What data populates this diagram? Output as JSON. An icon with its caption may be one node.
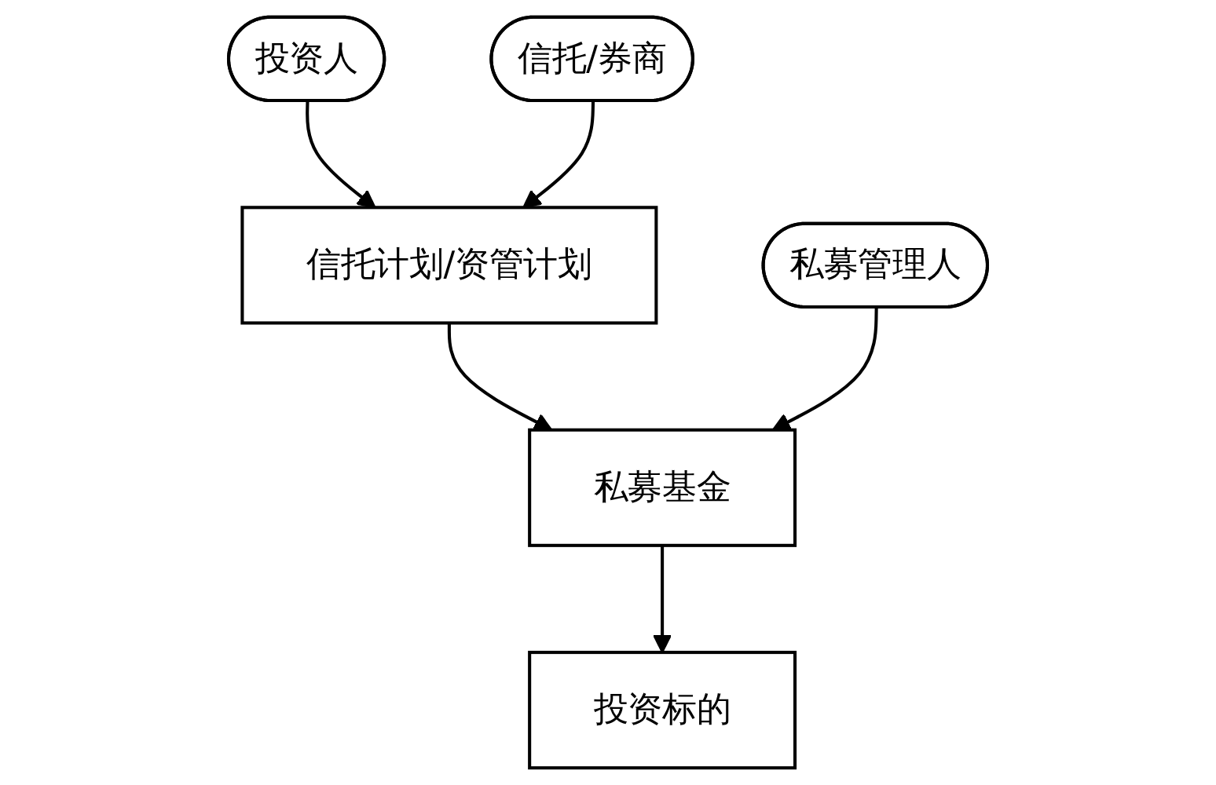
{
  "diagram": {
    "nodes": [
      {
        "text": [
          "投资人"
        ]
      },
      {
        "text": [
          "信托/券商"
        ]
      },
      {
        "text": [
          "信托计划/资管计划"
        ]
      },
      {
        "text": [
          "私募管理人"
        ]
      },
      {
        "text": [
          "私募基金"
        ]
      },
      {
        "text": [
          "投资标的"
        ]
      }
    ],
    "edges": [
      {
        "from": 0,
        "to": 2,
        "arrow": "to"
      },
      {
        "from": 1,
        "to": 2,
        "arrow": "to"
      },
      {
        "from": 2,
        "to": 4,
        "arrow": "to"
      },
      {
        "from": 3,
        "to": 4,
        "arrow": "to"
      },
      {
        "from": 4,
        "to": 5,
        "arrow": "to"
      }
    ]
  }
}
